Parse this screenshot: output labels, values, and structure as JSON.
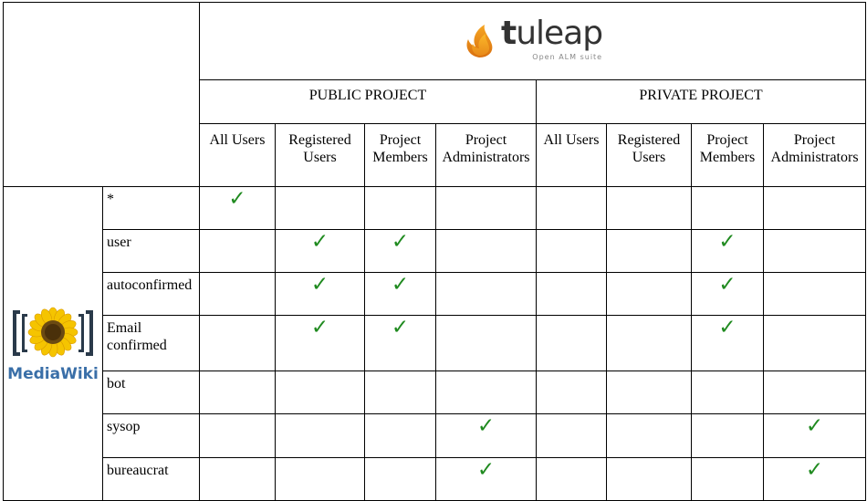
{
  "header": {
    "tuleap_logo": {
      "wordmark_bold": "t",
      "wordmark_rest": "uleap",
      "tagline": "Open ALM suite"
    },
    "public_project": "PUBLIC PROJECT",
    "private_project": "PRIVATE PROJECT",
    "columns": [
      {
        "label": "All Users"
      },
      {
        "label": "Registered Users"
      },
      {
        "label": "Project Members"
      },
      {
        "label": "Project Administrators"
      },
      {
        "label": "All Users"
      },
      {
        "label": "Registered Users"
      },
      {
        "label": "Project Members"
      },
      {
        "label": "Project Administrators"
      }
    ]
  },
  "mediawiki_logo": {
    "text": "MediaWiki",
    "icon": "sunflower-brackets-icon"
  },
  "check_symbol": "✓",
  "check_color": "#1f8a1f",
  "rows": [
    {
      "role": "*",
      "checks": [
        true,
        false,
        false,
        false,
        false,
        false,
        false,
        false
      ]
    },
    {
      "role": "user",
      "checks": [
        false,
        true,
        true,
        false,
        false,
        false,
        true,
        false
      ]
    },
    {
      "role": "autoconfirmed",
      "checks": [
        false,
        true,
        true,
        false,
        false,
        false,
        true,
        false
      ]
    },
    {
      "role": "Email confirmed",
      "checks": [
        false,
        true,
        true,
        false,
        false,
        false,
        true,
        false
      ]
    },
    {
      "role": "bot",
      "checks": [
        false,
        false,
        false,
        false,
        false,
        false,
        false,
        false
      ]
    },
    {
      "role": "sysop",
      "checks": [
        false,
        false,
        false,
        true,
        false,
        false,
        false,
        true
      ]
    },
    {
      "role": "bureaucrat",
      "checks": [
        false,
        false,
        false,
        true,
        false,
        false,
        false,
        true
      ]
    }
  ]
}
